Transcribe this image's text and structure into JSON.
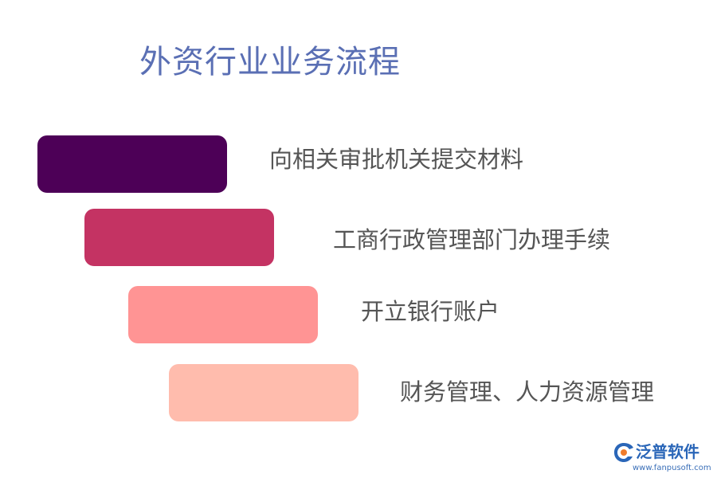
{
  "title": "外资行业业务流程",
  "steps": [
    {
      "label": "向相关审批机关提交材料",
      "color": "#4d0057"
    },
    {
      "label": "工商行政管理部门办理手续",
      "color": "#c43363"
    },
    {
      "label": "开立银行账户",
      "color": "#ff9494"
    },
    {
      "label": "财务管理、人力资源管理",
      "color": "#ffbcad"
    }
  ],
  "logo": {
    "name": "泛普软件",
    "url": "www.fanpusoft.com",
    "color": "#2a66b8",
    "accent": "#f07c2a"
  }
}
